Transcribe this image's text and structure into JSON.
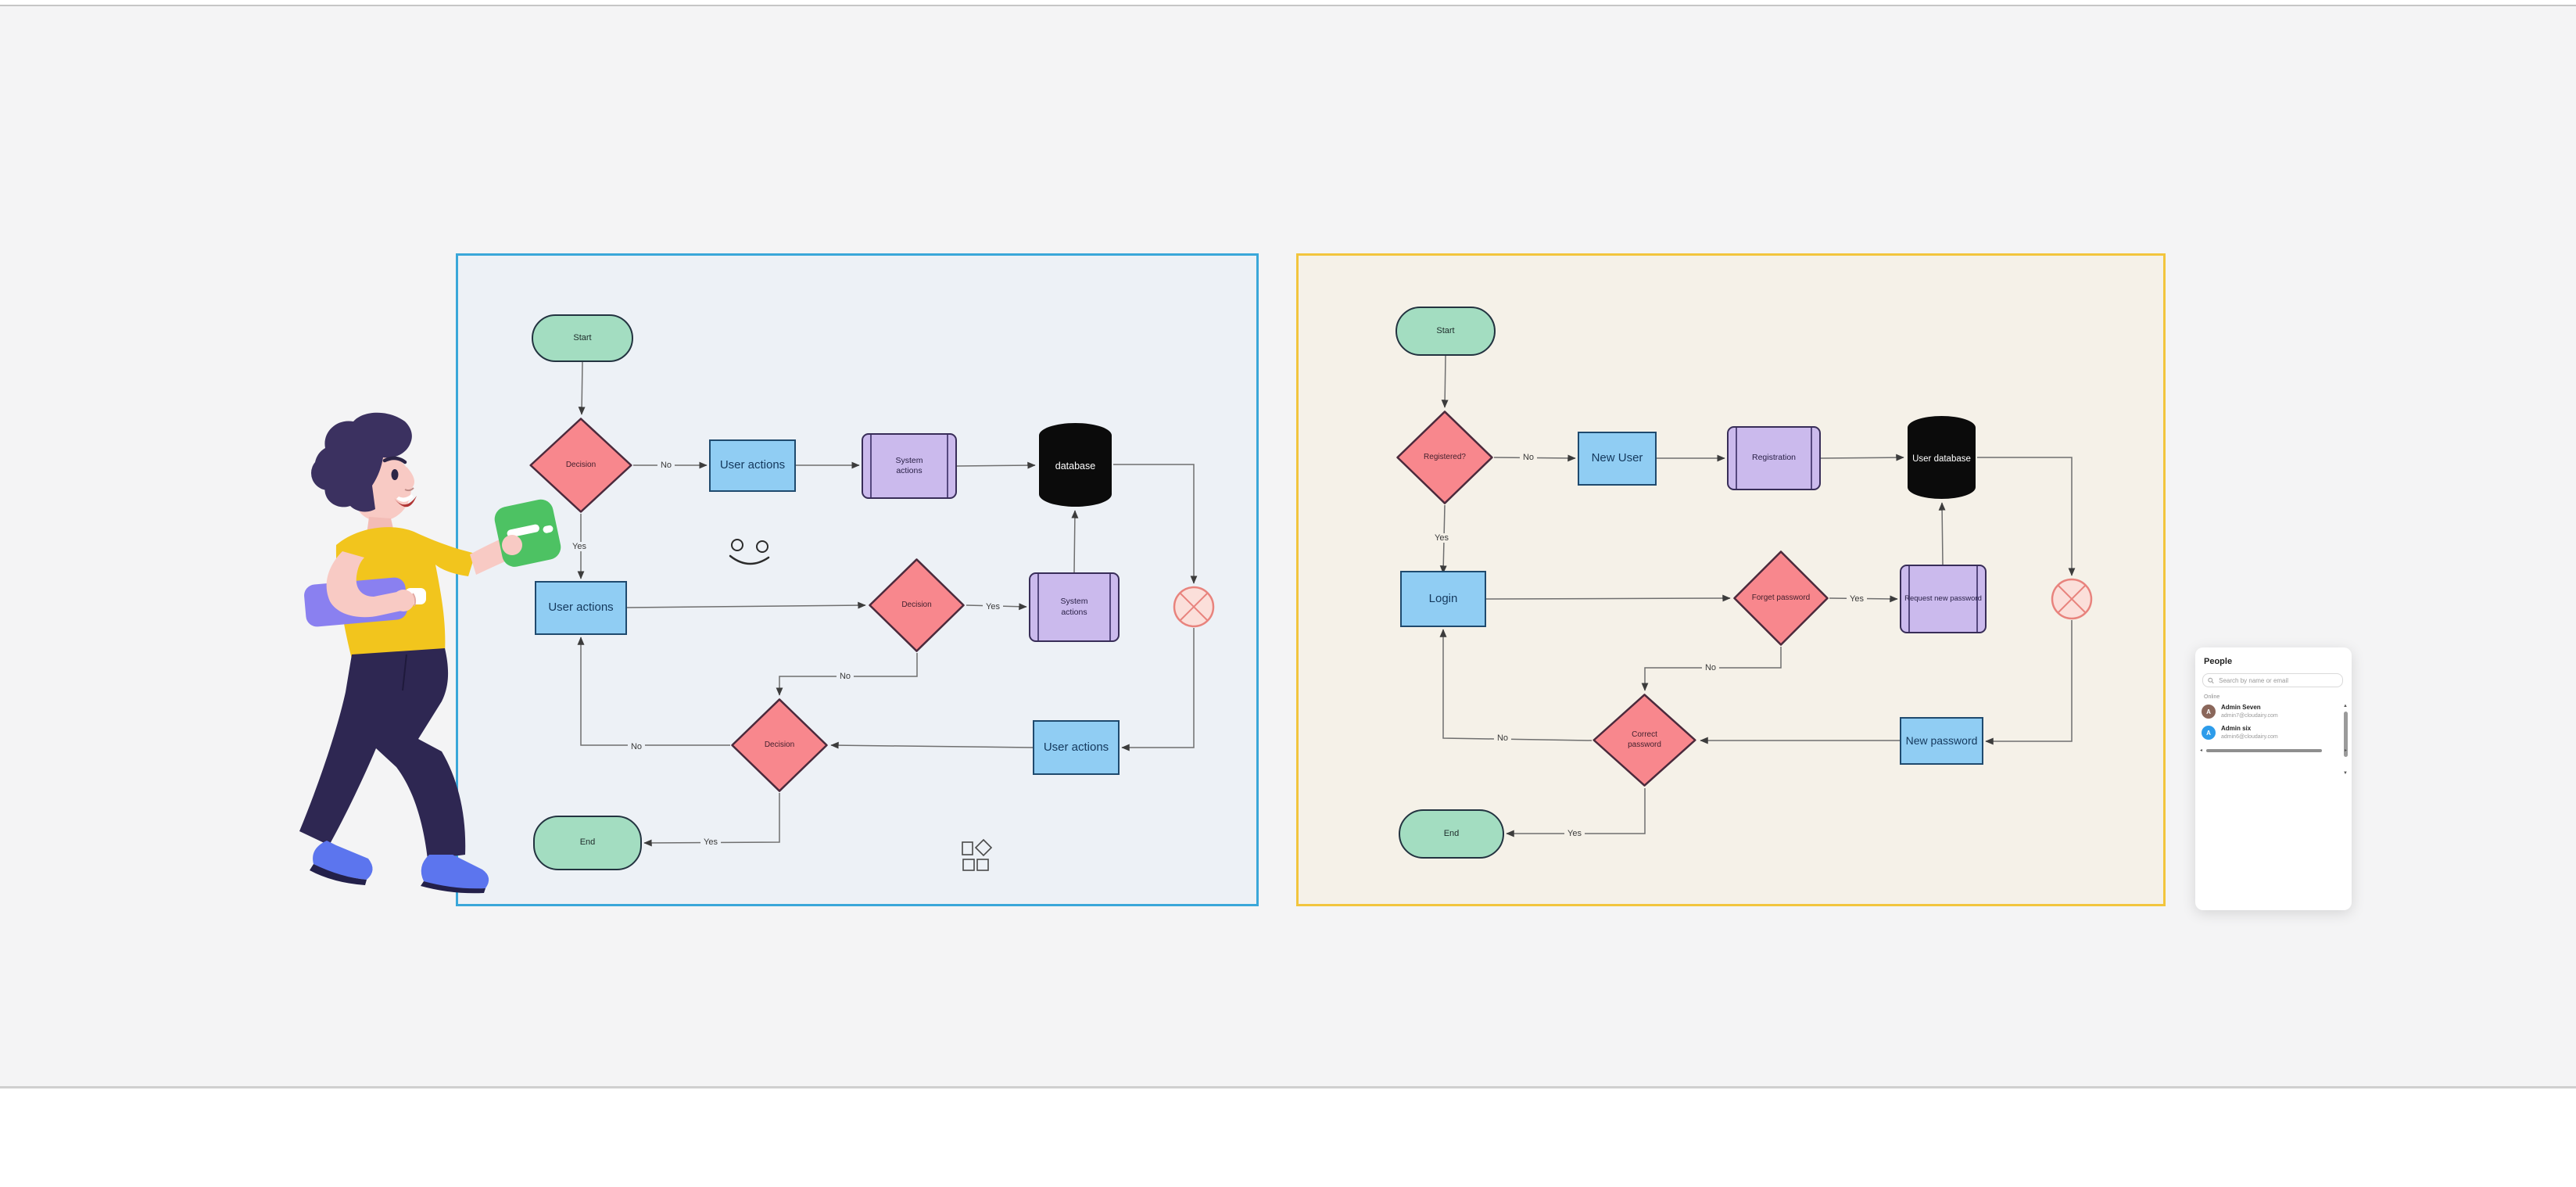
{
  "colors": {
    "canvas_bg": "#f4f4f5",
    "left_frame_border": "#3aa7d9",
    "left_frame_bg": "#edf1f6",
    "right_frame_border": "#f2c53d",
    "right_frame_bg": "#f5f1e8",
    "stadium_fill": "#a3ddc1",
    "decision_fill": "#f8878d",
    "process_fill": "#90cdf3",
    "predefined_fill": "#cbbaed",
    "database_fill": "#0b0b0b",
    "error_circle_fill": "#fbdfda",
    "error_circle_stroke": "#e8837d",
    "connector": "#6f6f6f"
  },
  "frames": {
    "left": {
      "nodes": {
        "start": {
          "label": "Start"
        },
        "decision1": {
          "label": "Decision"
        },
        "user_top": {
          "label": "User actions"
        },
        "sys_top": {
          "line1": "System",
          "line2": "actions"
        },
        "database": {
          "label": "database"
        },
        "user_mid": {
          "label": "User actions"
        },
        "decision2": {
          "label": "Decision"
        },
        "sys_mid": {
          "line1": "System",
          "line2": "actions"
        },
        "decision3": {
          "label": "Decision"
        },
        "user_bottom": {
          "label": "User actions"
        },
        "end": {
          "label": "End"
        }
      },
      "edge_labels": {
        "no1": "No",
        "yes1": "Yes",
        "yes2": "Yes",
        "no2": "No",
        "no3": "No",
        "yes3": "Yes"
      }
    },
    "right": {
      "nodes": {
        "start": {
          "label": "Start"
        },
        "registered": {
          "label": "Registered?"
        },
        "new_user": {
          "label": "New User"
        },
        "registration": {
          "label": "Registration"
        },
        "user_database": {
          "label": "User database"
        },
        "login": {
          "label": "Login"
        },
        "forget_password": {
          "label": "Forget password"
        },
        "request_new_password": {
          "label": "Request new password"
        },
        "correct_password": {
          "line1": "Correct",
          "line2": "password"
        },
        "new_password": {
          "label": "New password"
        },
        "end": {
          "label": "End"
        }
      },
      "edge_labels": {
        "no1": "No",
        "yes1": "Yes",
        "yes2": "Yes",
        "no2": "No",
        "no3": "No",
        "yes3": "Yes"
      }
    }
  },
  "people_panel": {
    "title": "People",
    "search_placeholder": "Search by name or email",
    "search_icon": "magnifier",
    "section_label": "Online",
    "users": [
      {
        "name": "Admin Seven",
        "email": "admin7@cloudairy.com",
        "avatar_letter": "A",
        "avatar_color": "#8a675b"
      },
      {
        "name": "Admin six",
        "email": "admin6@cloudairy.com",
        "avatar_letter": "A",
        "avatar_color": "#2d9cea"
      }
    ],
    "scroll_icons": {
      "up": "▲",
      "down": "▼",
      "left": "◂",
      "right": "▸"
    }
  }
}
